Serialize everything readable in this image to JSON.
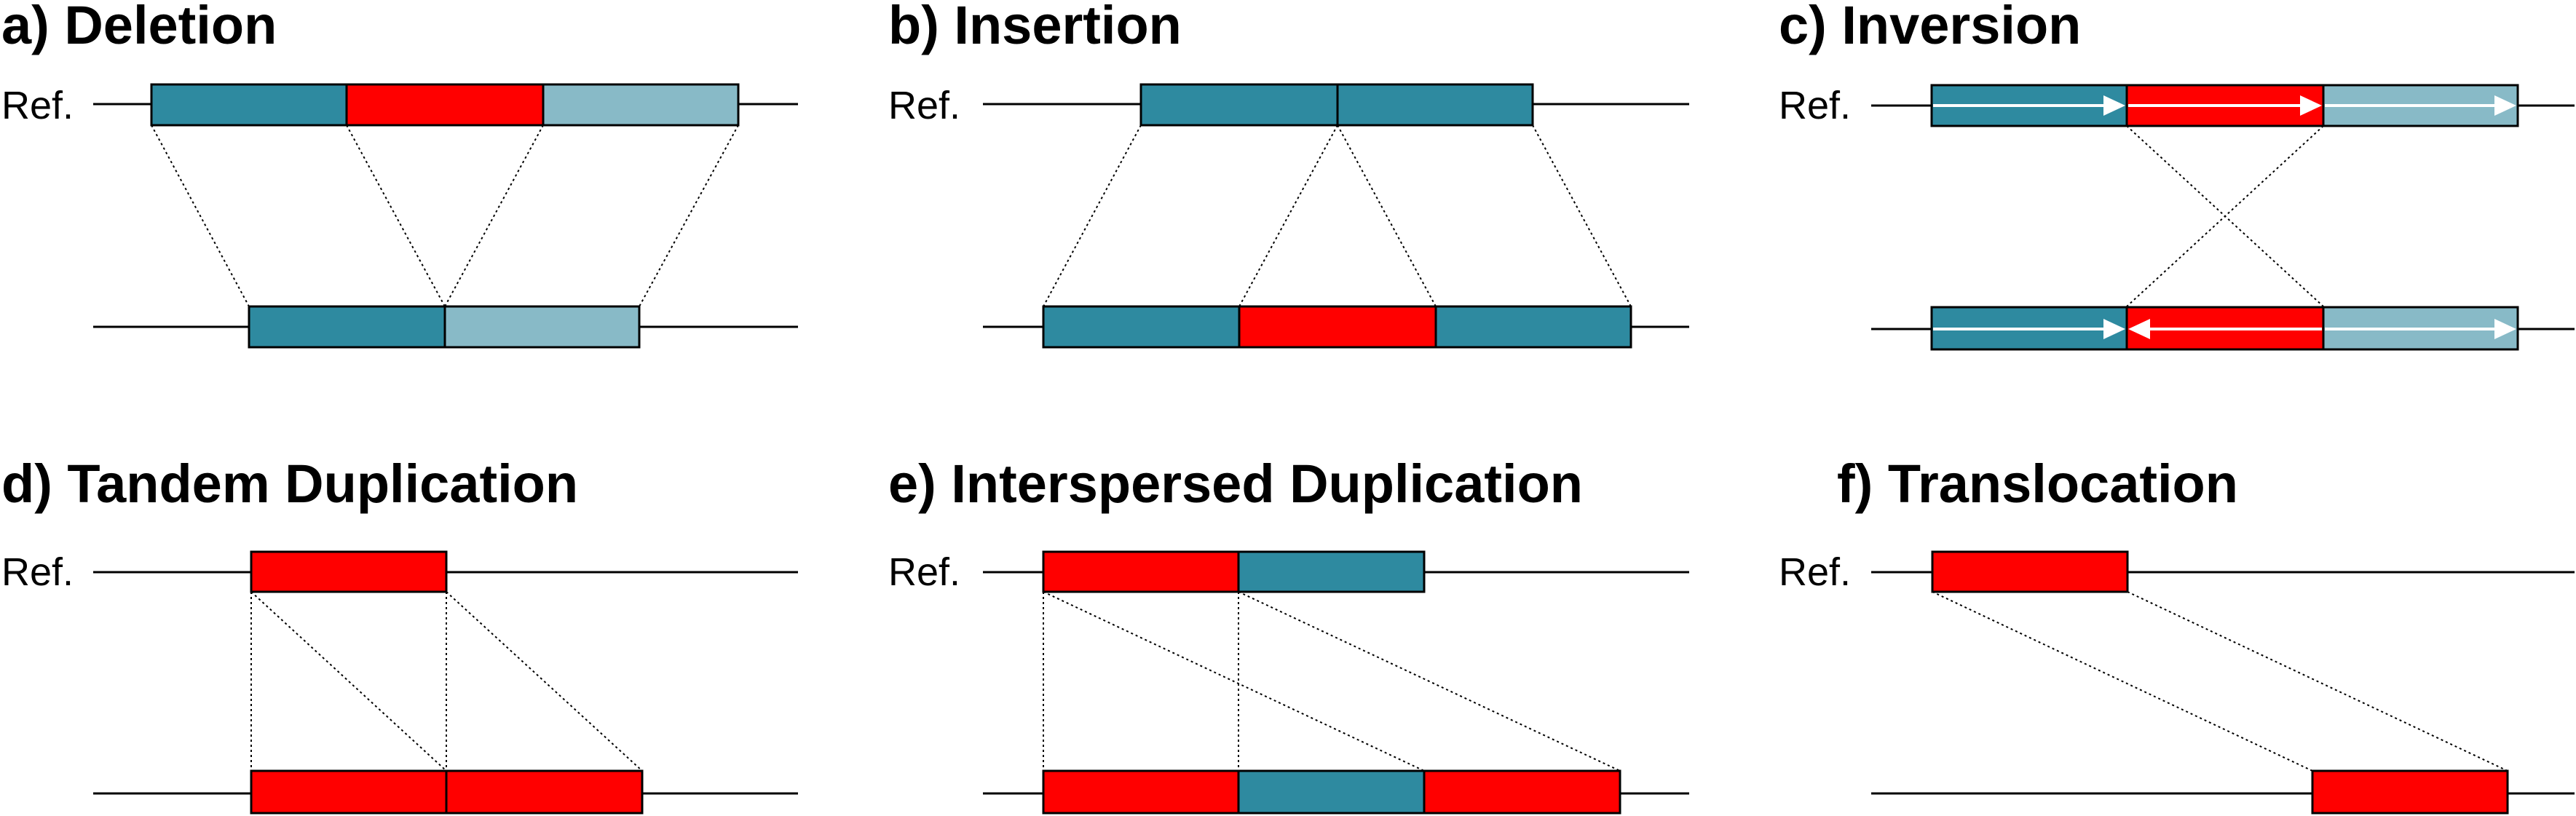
{
  "colors": {
    "segment_teal": "#2e8aa0",
    "segment_red": "#ff0000",
    "segment_light": "#88bac7",
    "line": "#000000",
    "arrow": "#ffffff"
  },
  "panels": [
    {
      "id": "deletion",
      "title": "a) Deletion",
      "ref_label": "Ref."
    },
    {
      "id": "insertion",
      "title": "b) Insertion",
      "ref_label": "Ref."
    },
    {
      "id": "inversion",
      "title": "c) Inversion",
      "ref_label": "Ref."
    },
    {
      "id": "tandem-duplication",
      "title": "d) Tandem Duplication",
      "ref_label": "Ref."
    },
    {
      "id": "interspersed-duplication",
      "title": "e) Interspersed Duplication",
      "ref_label": "Ref."
    },
    {
      "id": "translocation",
      "title": "f) Translocation",
      "ref_label": "Ref."
    }
  ]
}
